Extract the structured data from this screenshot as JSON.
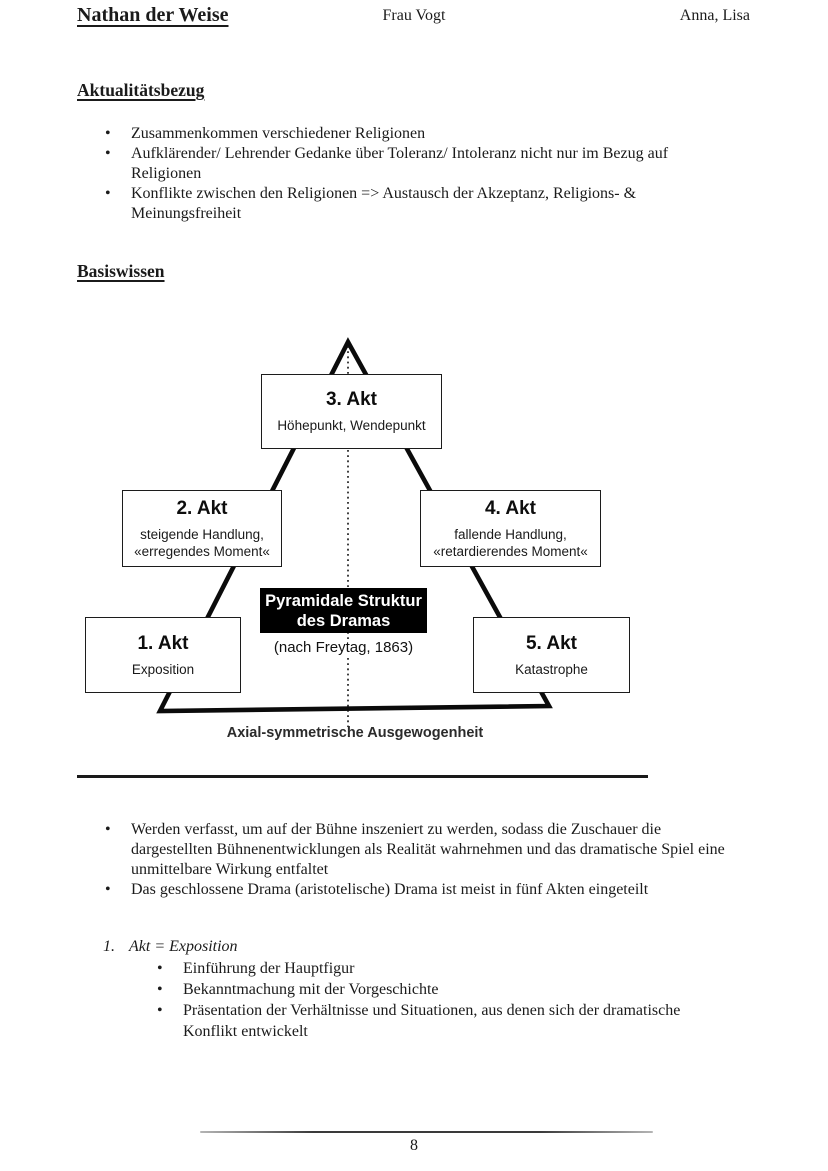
{
  "header": {
    "title": "Nathan der Weise",
    "center": "Frau Vogt",
    "right": "Anna, Lisa"
  },
  "section_aktualitaet": {
    "heading": "Aktualitätsbezug",
    "bullet_marker": "•",
    "bullets": [
      "Zusammenkommen verschiedener Religionen",
      "Aufklärender/ Lehrender Gedanke über Toleranz/ Intoleranz nicht nur im Bezug auf\nReligionen",
      "Konflikte zwischen den Religionen => Austausch der Akzeptanz, Religions- &\nMeinungsfreiheit"
    ]
  },
  "section_basiswissen": {
    "heading": "Basiswissen",
    "bullets": [
      "Werden verfasst, um auf der Bühne inszeniert zu werden, sodass die Zuschauer die\ndargestellten Bühnenentwicklungen als Realität wahrnehmen und das dramatische Spiel eine\nunmittelbare Wirkung entfaltet",
      "Das geschlossene Drama (aristotelische) Drama ist meist in fünf Akten eingeteilt"
    ],
    "numbered_item": {
      "number": "1.",
      "label": "Akt = Exposition",
      "bullets": [
        "Einführung der Hauptfigur",
        "Bekanntmachung mit der Vorgeschichte",
        "Präsentation der Verhältnisse und Situationen, aus denen sich der dramatische\nKonflikt entwickelt"
      ]
    }
  },
  "diagram": {
    "acts": {
      "akt3": {
        "title": "3. Akt",
        "subtitle": "Höhepunkt, Wendepunkt"
      },
      "akt2": {
        "title": "2. Akt",
        "subtitle": "steigende Handlung,\n«erregendes Moment«"
      },
      "akt4": {
        "title": "4. Akt",
        "subtitle": "fallende Handlung,\n«retardierendes Moment«"
      },
      "akt1": {
        "title": "1. Akt",
        "subtitle": "Exposition"
      },
      "akt5": {
        "title": "5. Akt",
        "subtitle": "Katastrophe"
      }
    },
    "title_box": {
      "label": "Pyramidale Struktur\ndes Dramas",
      "source": "(nach Freytag, 1863)"
    },
    "caption": "Axial-symmetrische Ausgewogenheit",
    "colors": {
      "box_border": "#1c1c1c",
      "title_box_bg": "#000000",
      "title_box_text": "#ffffff",
      "line_color": "#0b0b0b"
    }
  },
  "footer": {
    "page_number": "8"
  }
}
